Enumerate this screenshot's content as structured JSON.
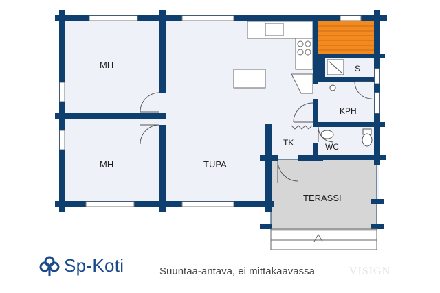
{
  "rooms": {
    "mh_top": "MH",
    "mh_bottom": "MH",
    "tupa": "TUPA",
    "s": "S",
    "kph": "KPH",
    "tk": "TK",
    "wc": "WC",
    "terassi": "TERASSI"
  },
  "logo": {
    "text": "Sp-Koti",
    "icon": "sp-clover-icon"
  },
  "note": "Suuntaa-antava, ei mittakaavassa",
  "watermark": "VISIGN",
  "colors": {
    "wall": "#0f3f6e",
    "floor": "#eef1f7",
    "terrace": "#d6d6d6",
    "sauna_bench": "#f28a1f",
    "brand": "#1a4a8c"
  }
}
